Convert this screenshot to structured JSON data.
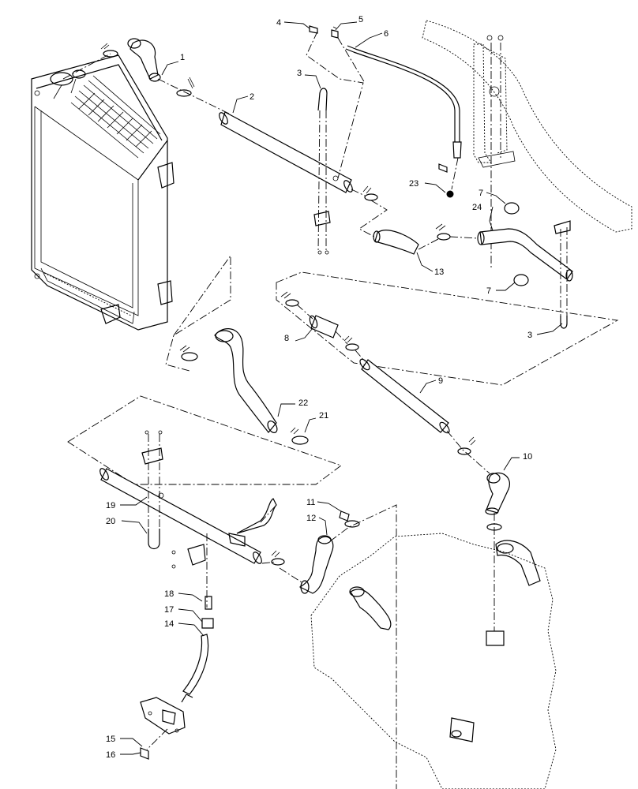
{
  "callouts": [
    {
      "id": "c1",
      "label": "1"
    },
    {
      "id": "c2",
      "label": "2"
    },
    {
      "id": "c3a",
      "label": "3"
    },
    {
      "id": "c3b",
      "label": "3"
    },
    {
      "id": "c4",
      "label": "4"
    },
    {
      "id": "c5",
      "label": "5"
    },
    {
      "id": "c6",
      "label": "6"
    },
    {
      "id": "c7a",
      "label": "7"
    },
    {
      "id": "c7b",
      "label": "7"
    },
    {
      "id": "c8",
      "label": "8"
    },
    {
      "id": "c9",
      "label": "9"
    },
    {
      "id": "c10",
      "label": "10"
    },
    {
      "id": "c11",
      "label": "11"
    },
    {
      "id": "c12",
      "label": "12"
    },
    {
      "id": "c13",
      "label": "13"
    },
    {
      "id": "c14",
      "label": "14"
    },
    {
      "id": "c15",
      "label": "15"
    },
    {
      "id": "c16",
      "label": "16"
    },
    {
      "id": "c17",
      "label": "17"
    },
    {
      "id": "c18",
      "label": "18"
    },
    {
      "id": "c19",
      "label": "19"
    },
    {
      "id": "c20",
      "label": "20"
    },
    {
      "id": "c21",
      "label": "21"
    },
    {
      "id": "c22",
      "label": "22"
    },
    {
      "id": "c23",
      "label": "23"
    },
    {
      "id": "c24",
      "label": "24"
    }
  ]
}
